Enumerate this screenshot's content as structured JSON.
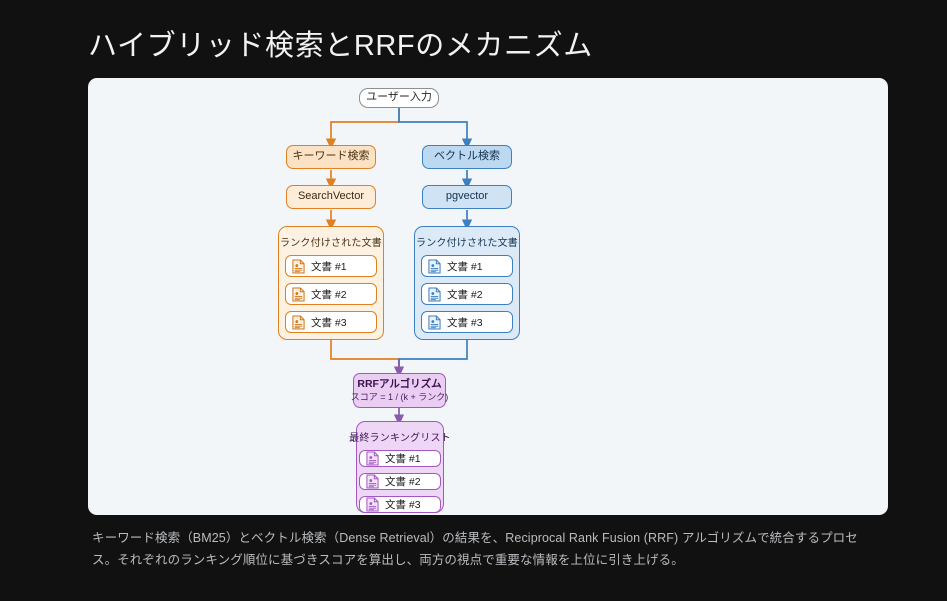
{
  "page": {
    "title": "ハイブリッド検索とRRFのメカニズム",
    "background_color": "#111111",
    "card_background": "#f2f6f8"
  },
  "colors": {
    "orange_border": "#e08020",
    "orange_fill": "#fbe2c4",
    "blue_border": "#3d7fc1",
    "blue_fill": "#bcd9f1",
    "purple_border": "#a258c0",
    "purple_fill": "#e9cdf3",
    "title_text": "#f2f2f2",
    "caption_text": "#b9bcc0"
  },
  "diagram": {
    "type": "flowchart",
    "root": {
      "label": "ユーザー入力"
    },
    "branches": [
      {
        "color": "orange",
        "engine": {
          "label": "キーワード検索"
        },
        "backend": {
          "label": "SearchVector"
        },
        "results": {
          "title": "ランク付けされた文書",
          "items": [
            {
              "icon": "document-icon",
              "label": "文書 #1"
            },
            {
              "icon": "document-icon",
              "label": "文書 #2"
            },
            {
              "icon": "document-icon",
              "label": "文書 #3"
            }
          ]
        }
      },
      {
        "color": "blue",
        "engine": {
          "label": "ベクトル検索"
        },
        "backend": {
          "label": "pgvector"
        },
        "results": {
          "title": "ランク付けされた文書",
          "items": [
            {
              "icon": "document-icon",
              "label": "文書 #1"
            },
            {
              "icon": "document-icon",
              "label": "文書 #2"
            },
            {
              "icon": "document-icon",
              "label": "文書 #3"
            }
          ]
        }
      }
    ],
    "fusion": {
      "title": "RRFアルゴリズム",
      "formula": "スコア = 1 / (k + ランク)"
    },
    "final": {
      "title": "最終ランキングリスト",
      "items": [
        {
          "icon": "document-icon",
          "label": "文書 #1"
        },
        {
          "icon": "document-icon",
          "label": "文書 #2"
        },
        {
          "icon": "document-icon",
          "label": "文書 #3"
        }
      ]
    }
  },
  "caption": {
    "text": "キーワード検索（BM25）とベクトル検索（Dense Retrieval）の結果を、Reciprocal Rank Fusion (RRF) アルゴリズムで統合するプロセス。それぞれのランキング順位に基づきスコアを算出し、両方の視点で重要な情報を上位に引き上げる。"
  }
}
